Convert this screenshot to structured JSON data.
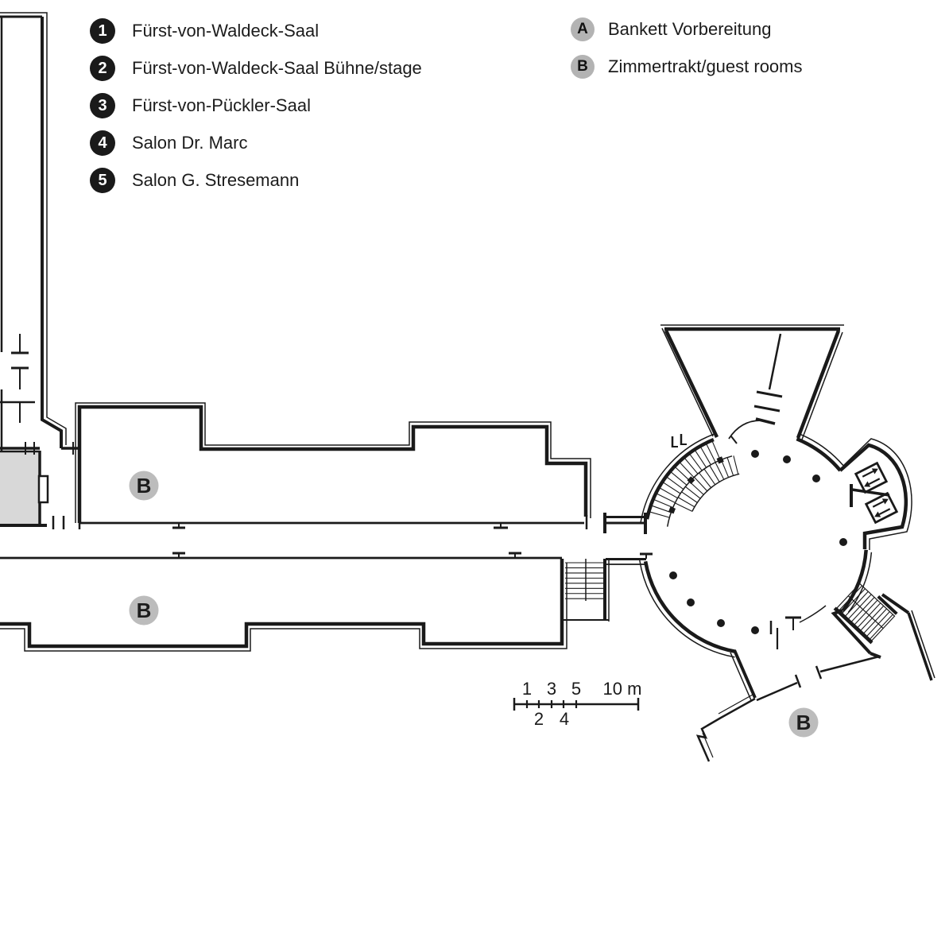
{
  "colors": {
    "ink": "#1a1a1a",
    "badge_dark": "#1a1a1a",
    "badge_gray": "#b3b3b3",
    "plan_marker_gray": "#bcbcbc",
    "room_fill": "#d8d8d8",
    "background": "#ffffff"
  },
  "legend": {
    "numbered": [
      {
        "id": "1",
        "label": "Fürst-von-Waldeck-Saal"
      },
      {
        "id": "2",
        "label": "Fürst-von-Waldeck-Saal Bühne/stage"
      },
      {
        "id": "3",
        "label": "Fürst-von-Pückler-Saal"
      },
      {
        "id": "4",
        "label": "Salon Dr. Marc"
      },
      {
        "id": "5",
        "label": "Salon G. Stresemann"
      }
    ],
    "lettered": [
      {
        "id": "A",
        "label": "Bankett Vorbereitung"
      },
      {
        "id": "B",
        "label": "Zimmertrakt/guest rooms"
      }
    ]
  },
  "plan": {
    "markers": [
      {
        "letter": "B"
      },
      {
        "letter": "B"
      },
      {
        "letter": "B"
      }
    ],
    "scale_bar": {
      "above": [
        "1",
        "3",
        "5",
        "10 m"
      ],
      "below": [
        "2",
        "4"
      ]
    }
  }
}
